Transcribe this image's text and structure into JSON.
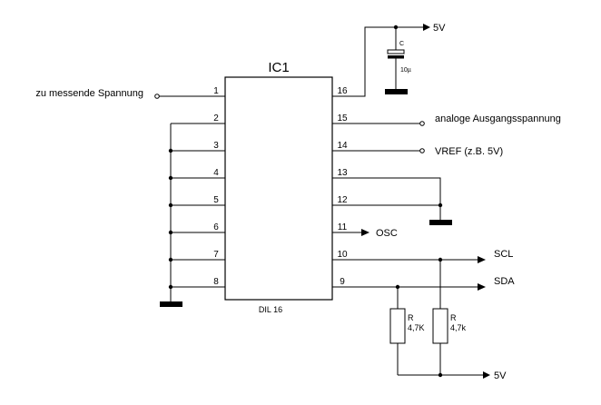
{
  "ic": {
    "name": "IC1",
    "package": "DIL 16",
    "pins_left": [
      "1",
      "2",
      "3",
      "4",
      "5",
      "6",
      "7",
      "8"
    ],
    "pins_right": [
      "16",
      "15",
      "14",
      "13",
      "12",
      "11",
      "10",
      "9"
    ]
  },
  "labels": {
    "input": "zu messende Spannung",
    "analog_out": "analoge Ausgangsspannung",
    "vref": "VREF (z.B. 5V)",
    "osc": "OSC",
    "scl": "SCL",
    "sda": "SDA",
    "vcc_top": "5V",
    "vcc_bottom": "5V"
  },
  "capacitor": {
    "name": "C",
    "value": "10µ"
  },
  "resistors": [
    {
      "name": "R",
      "value": "4,7K"
    },
    {
      "name": "R",
      "value": "4,7k"
    }
  ]
}
